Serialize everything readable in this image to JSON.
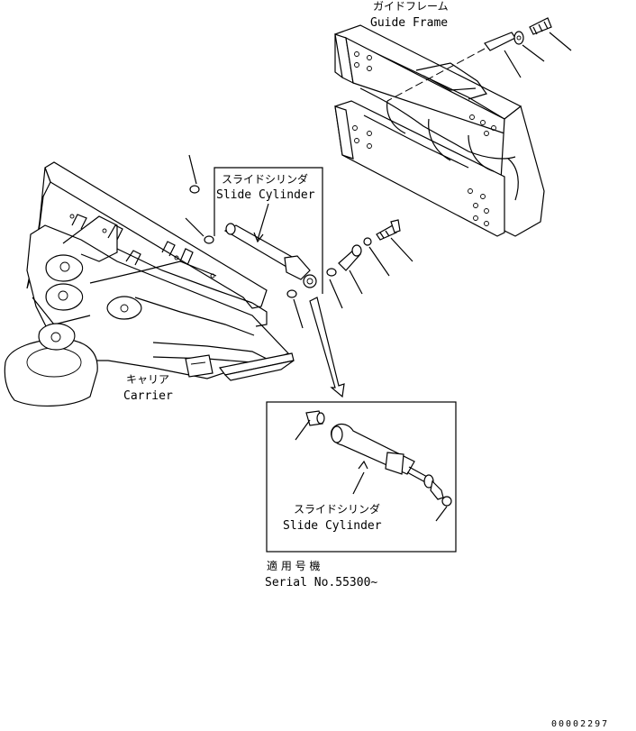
{
  "labels": {
    "guide_frame_jp": "ガイドフレーム",
    "guide_frame_en": "Guide Frame",
    "slide_cylinder_jp": "スライドシリンダ",
    "slide_cylinder_en": "Slide Cylinder",
    "carrier_jp": "キャリア",
    "carrier_en": "Carrier",
    "detail_cylinder_jp": "スライドシリンダ",
    "detail_cylinder_en": "Slide Cylinder",
    "serial_jp": "適 用 号 機",
    "serial_en": "Serial No.55300~"
  },
  "drawing_code": "00002297"
}
